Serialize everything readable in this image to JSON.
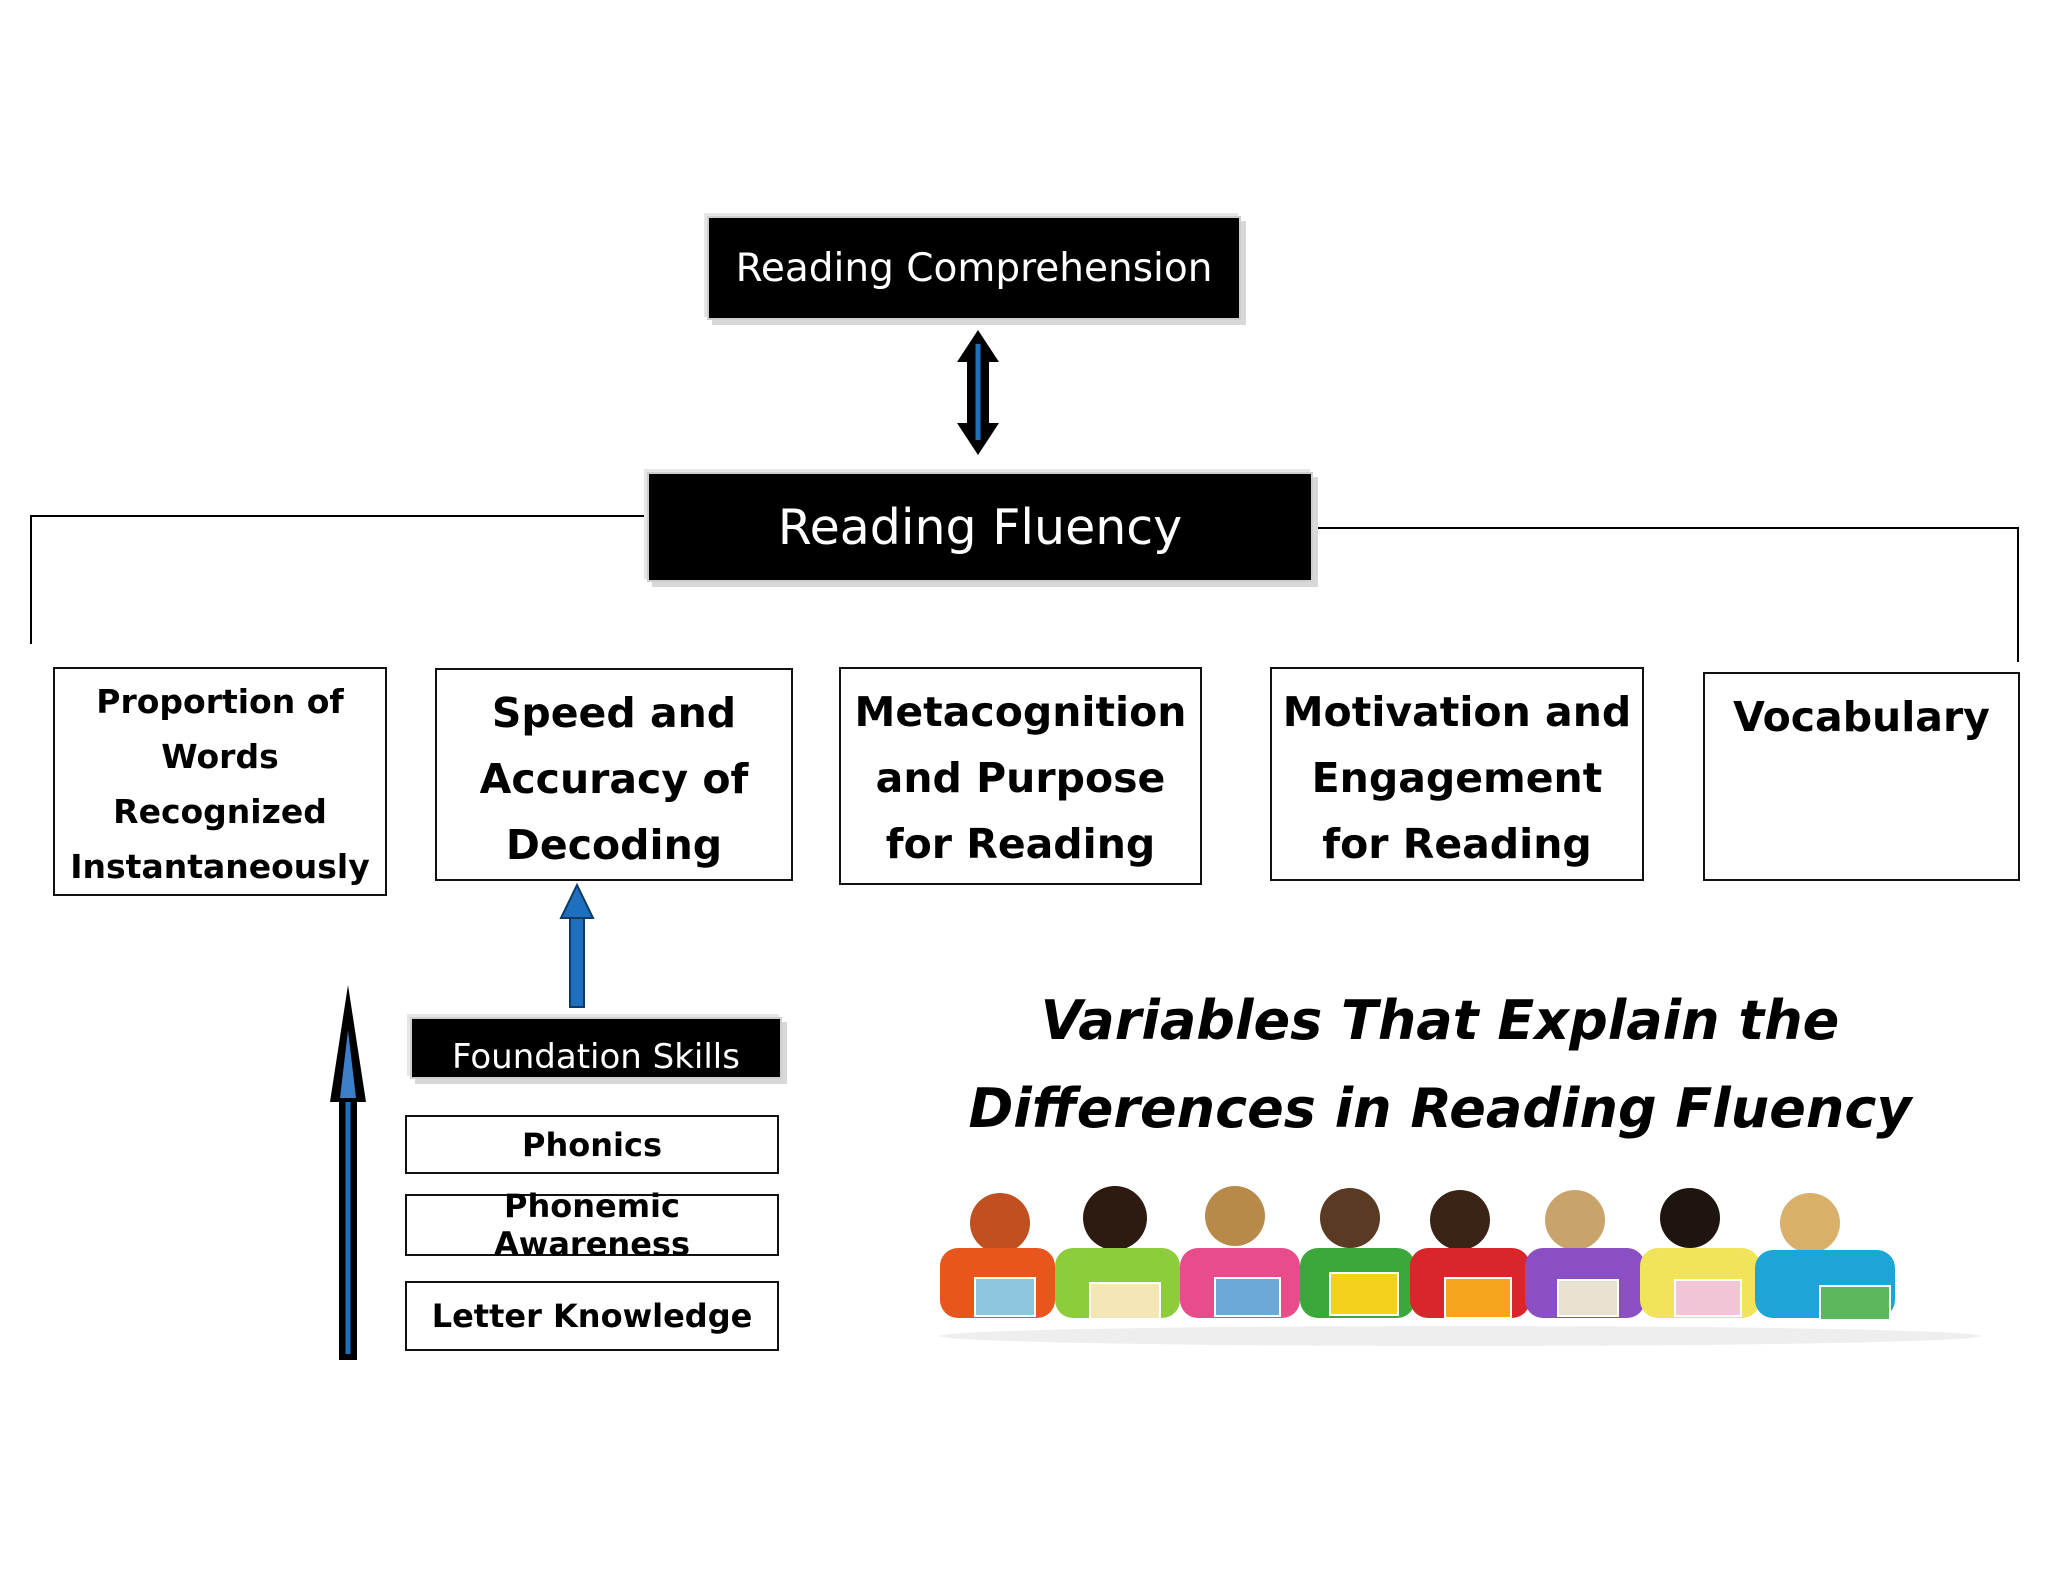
{
  "top": {
    "comprehension": "Reading Comprehension"
  },
  "center": {
    "fluency": "Reading Fluency"
  },
  "variables": [
    {
      "label": "Proportion of Words Recognized Instantaneously"
    },
    {
      "label": "Speed and Accuracy of Decoding"
    },
    {
      "label": "Metacognition and Purpose for Reading"
    },
    {
      "label": "Motivation and Engagement for Reading"
    },
    {
      "label": "Vocabulary"
    }
  ],
  "foundation": {
    "title": "Foundation Skills",
    "skills": [
      "Phonics",
      "Phonemic Awareness",
      "Letter Knowledge"
    ]
  },
  "caption": "Variables That Explain the Differences in Reading Fluency",
  "colors": {
    "box_dark": "#000000",
    "arrow_blue": "#1f6fbf"
  }
}
